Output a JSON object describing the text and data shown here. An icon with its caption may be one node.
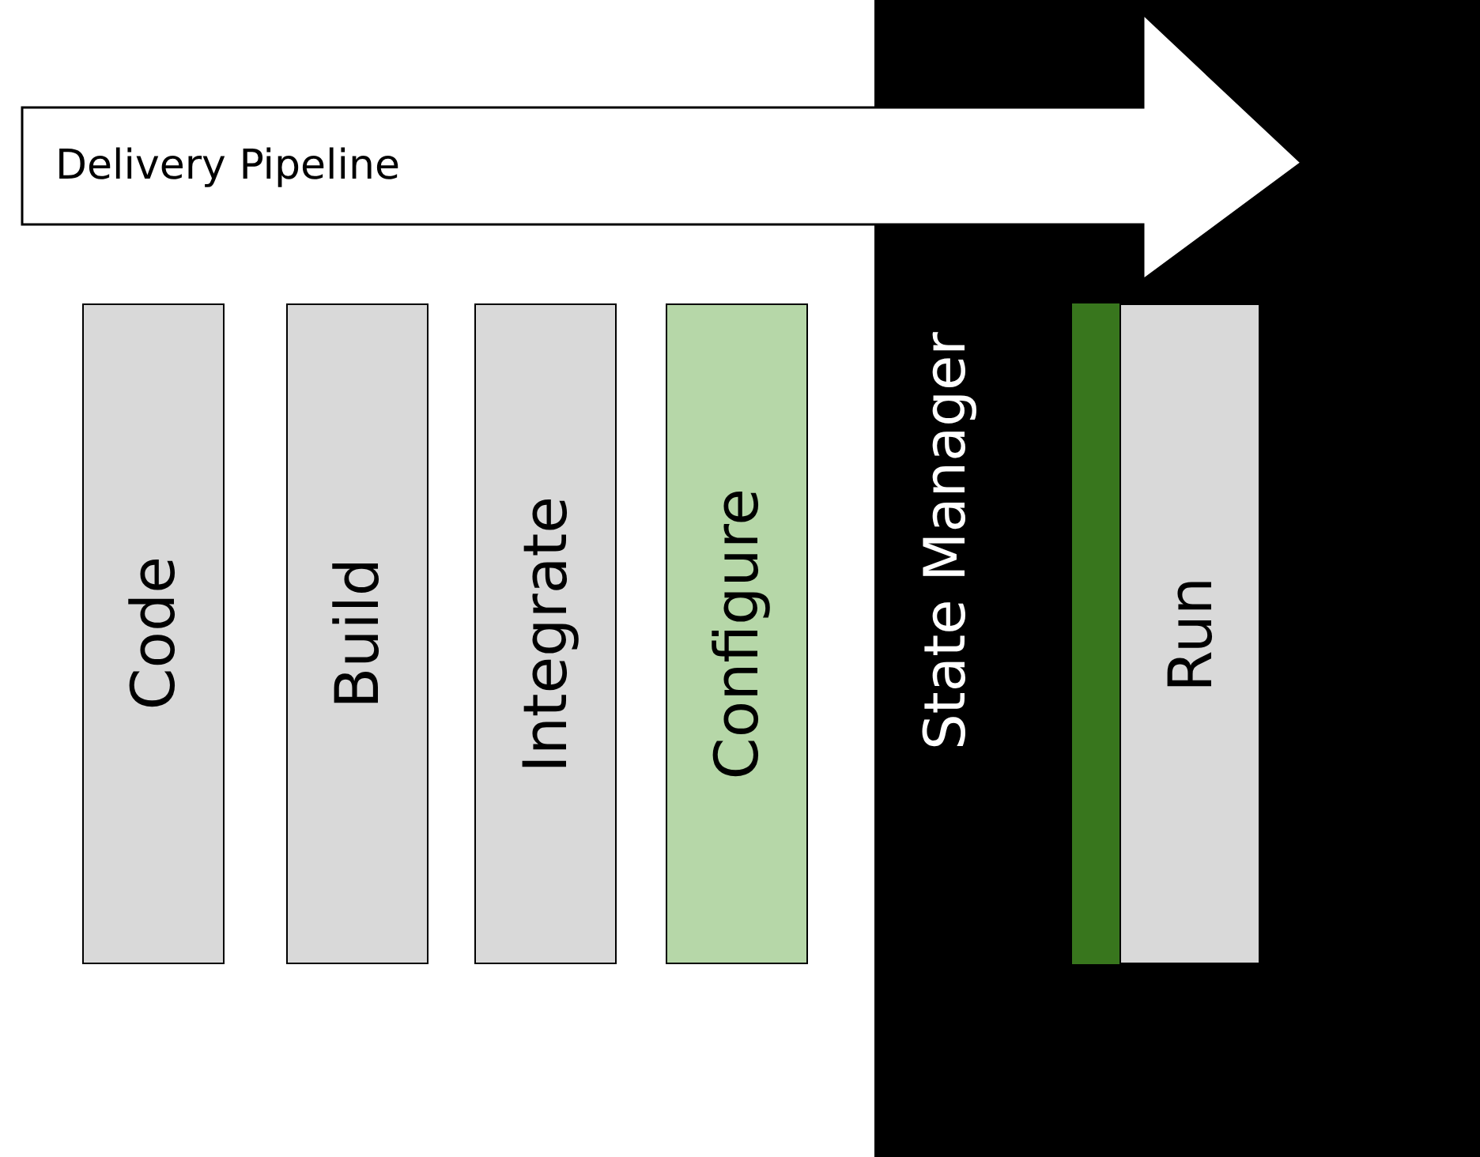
{
  "diagram": {
    "nodes": [
      {
        "text": [
          "Delivery Pipeline"
        ]
      },
      {
        "text": [
          "Code"
        ]
      },
      {
        "text": [
          "Build"
        ]
      },
      {
        "text": [
          "Integrate"
        ]
      },
      {
        "text": [
          "Configure"
        ]
      },
      {
        "text": [
          "State Manager"
        ]
      },
      {
        "text": [],
        "shape": "bar",
        "in": 5
      },
      {
        "text": [
          "Run"
        ],
        "in": 5
      }
    ]
  }
}
